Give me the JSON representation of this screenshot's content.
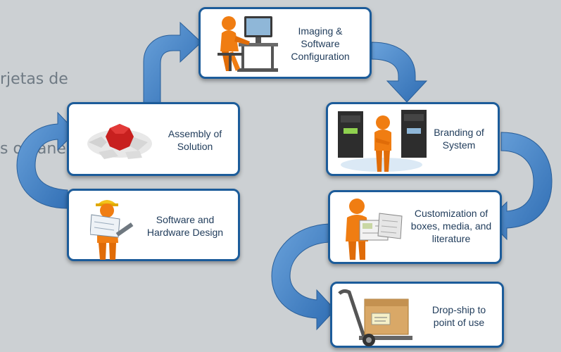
{
  "background_text": [
    "rjetas de",
    "s o paneles"
  ],
  "steps": [
    {
      "id": "imaging",
      "label": "Imaging &\nSoftware\nConfiguration",
      "icon": "figure-at-computer-icon"
    },
    {
      "id": "branding",
      "label": "Branding of\nSystem",
      "icon": "figure-with-servers-icon"
    },
    {
      "id": "customization",
      "label": "Customization of\nboxes, media, and\nliterature",
      "icon": "figure-reading-manual-icon"
    },
    {
      "id": "dropship",
      "label": "Drop-ship to\npoint of use",
      "icon": "hand-truck-with-box-icon"
    },
    {
      "id": "design",
      "label": "Software and\nHardware Design",
      "icon": "engineer-with-blueprint-icon"
    },
    {
      "id": "assembly",
      "label": "Assembly of\nSolution",
      "icon": "puzzle-pieces-icon"
    }
  ],
  "colors": {
    "arrow": "#3f7fc6",
    "card_border": "#1c5c9a",
    "figure": "#f07d12",
    "puzzle_red": "#c8201f"
  }
}
